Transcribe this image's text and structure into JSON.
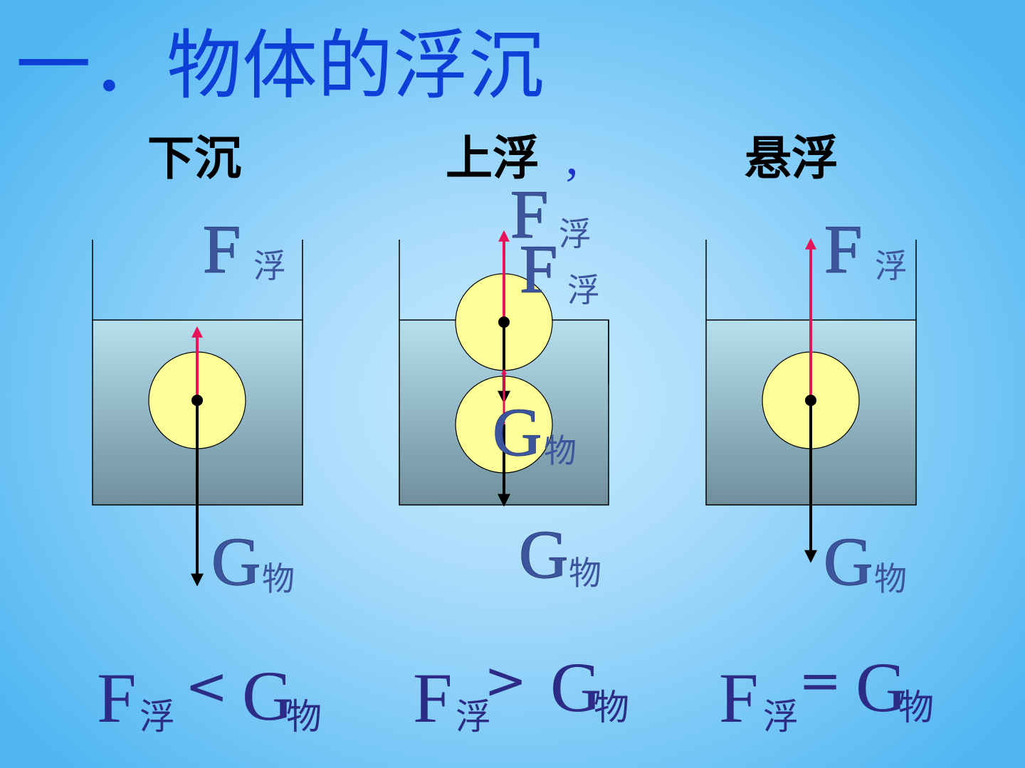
{
  "title": "一．物体的浮沉",
  "states": [
    {
      "label": "下沉",
      "buoyancy": {
        "symbol": "F",
        "subscript": "浮"
      },
      "gravity": {
        "symbol": "G",
        "subscript": "物"
      },
      "relation": {
        "left": "F",
        "left_sub": "浮",
        "operator": "<",
        "right": "G",
        "right_sub": "物"
      }
    },
    {
      "label": "上浮",
      "buoyancy": {
        "symbol": "F",
        "subscript": "浮"
      },
      "buoyancy_prime": {
        "symbol": "F",
        "prime": "’",
        "subscript": "浮"
      },
      "gravity_inner": {
        "symbol": "G",
        "subscript": "物"
      },
      "gravity": {
        "symbol": "G",
        "subscript": "物"
      },
      "relation": {
        "left": "F",
        "left_sub": "浮",
        "operator": ">",
        "right": "G",
        "right_sub": "物"
      }
    },
    {
      "label": "悬浮",
      "buoyancy": {
        "symbol": "F",
        "subscript": "浮"
      },
      "gravity": {
        "symbol": "G",
        "subscript": "物"
      },
      "relation": {
        "left": "F",
        "left_sub": "浮",
        "operator": "=",
        "right": "G",
        "right_sub": "物"
      }
    }
  ],
  "colors": {
    "title": "#0d3fd6",
    "buoyancy_arrow": "#e8145a",
    "gravity_arrow": "#000000",
    "ball_fill": "#ffff99",
    "water_top": "#b6e0ee",
    "water_bottom": "#6f8e9c",
    "force_label": "#3c559d",
    "relation_text": "#2c2c86"
  }
}
